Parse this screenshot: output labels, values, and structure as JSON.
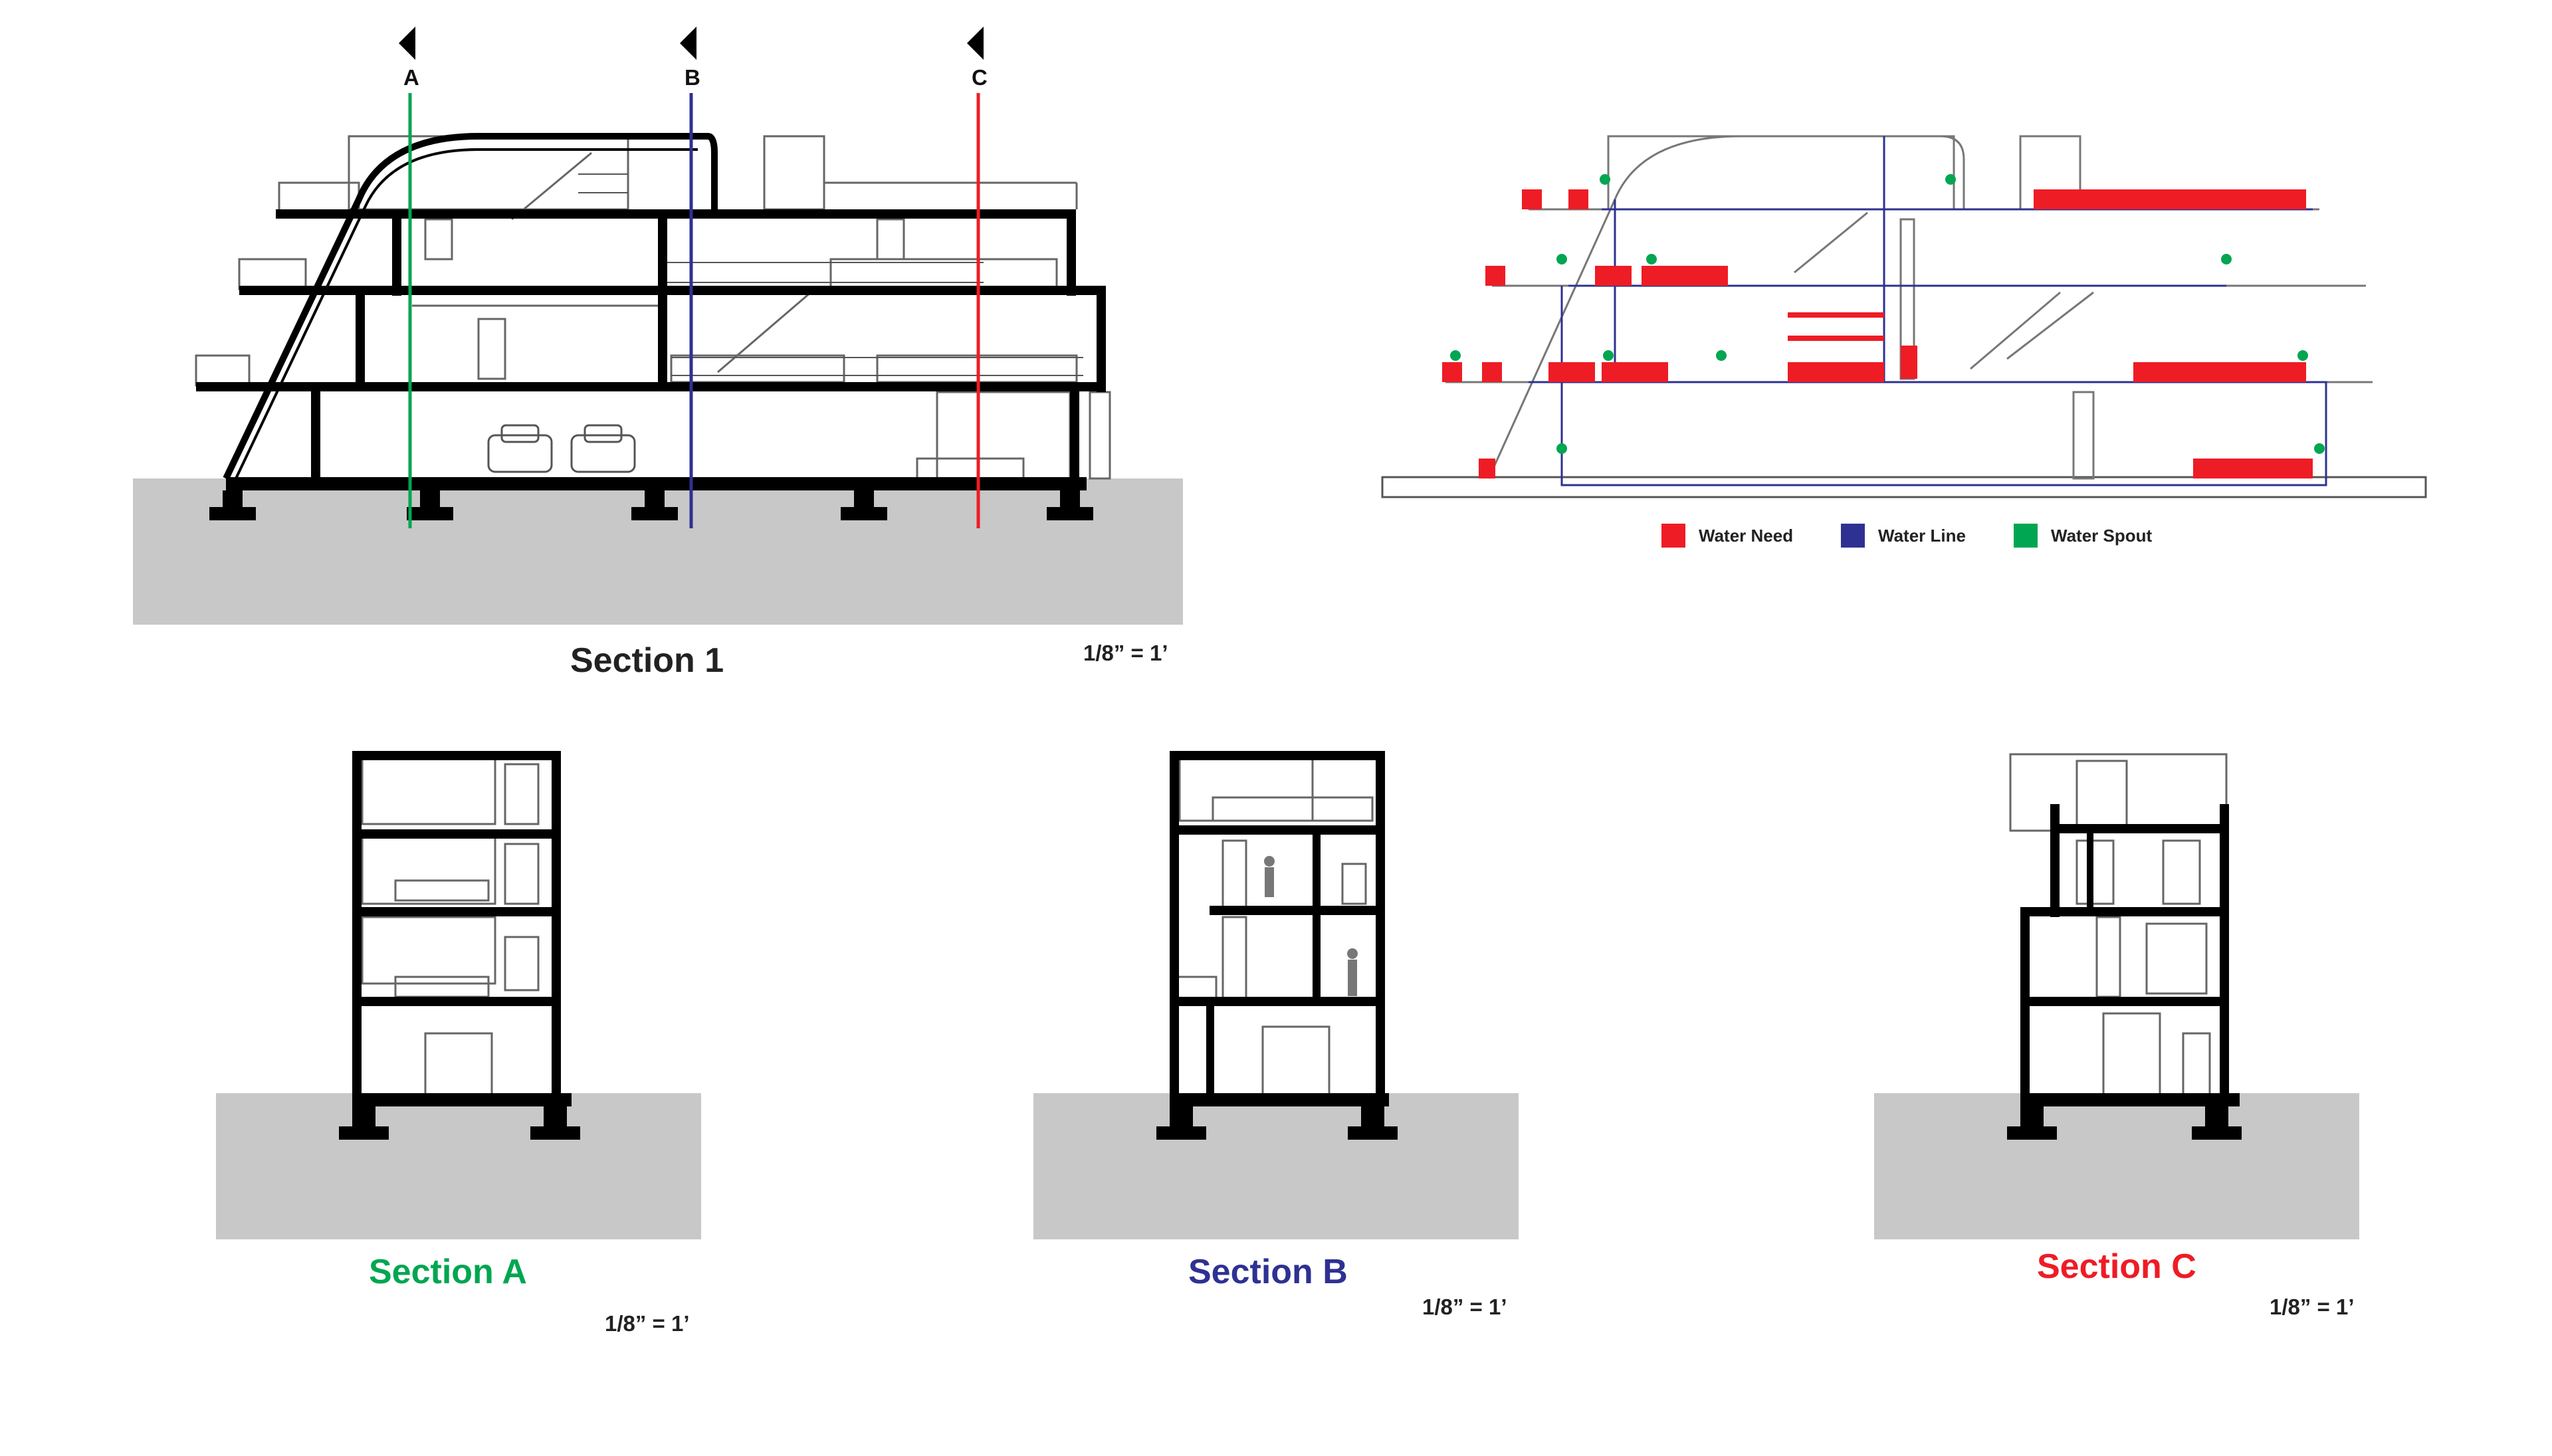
{
  "section_1": {
    "title": "Section 1",
    "scale": "1/8” = 1’",
    "cut_labels": [
      "A",
      "B",
      "C"
    ]
  },
  "water_diagram": {
    "legend": [
      {
        "label": "Water Need",
        "color": "#ee1c25"
      },
      {
        "label": "Water Line",
        "color": "#2e3192"
      },
      {
        "label": "Water Spout",
        "color": "#00a651"
      }
    ]
  },
  "section_a": {
    "title": "Section A",
    "scale": "1/8” = 1’",
    "color": "#00a651"
  },
  "section_b": {
    "title": "Section B",
    "scale": "1/8” = 1’",
    "color": "#2e3192"
  },
  "section_c": {
    "title": "Section C",
    "scale": "1/8” = 1’",
    "color": "#ee1c25"
  },
  "colors": {
    "ground": "#c8c8c8",
    "structure": "#000000",
    "linework": "#555555"
  }
}
